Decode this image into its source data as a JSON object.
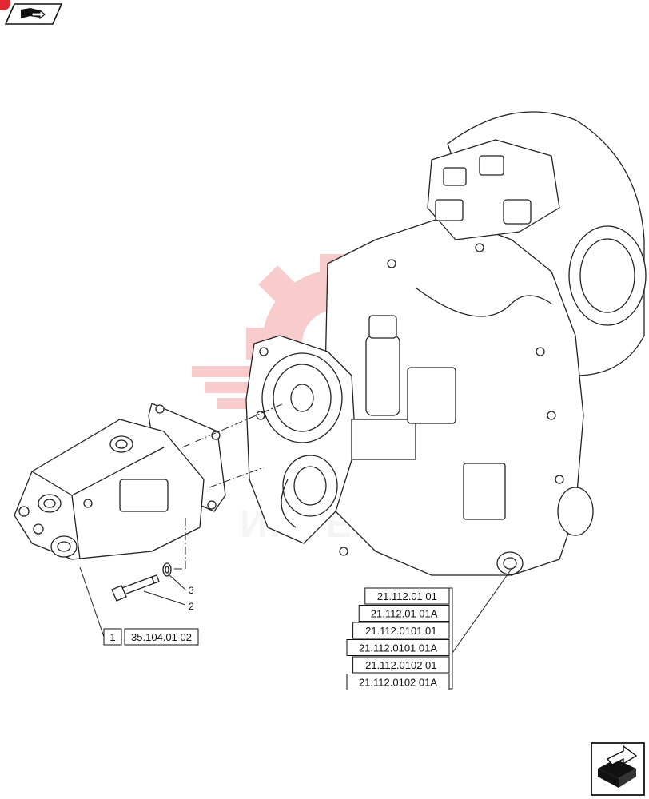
{
  "header": {
    "nav_icon": "book-arrow-icon",
    "badge_color": "#e3262f"
  },
  "footer": {
    "nav_icon": "next-page-arrow-icon"
  },
  "watermark": {
    "text": "ИНТЕХ",
    "color": "#f6b9b9"
  },
  "parts": {
    "pump_callout": {
      "item": "1",
      "ref": "35.104.01 02"
    },
    "callouts": [
      {
        "num": "3"
      },
      {
        "num": "2"
      }
    ],
    "transmission_refs": [
      "21.112.01 01",
      "21.112.01 01A",
      "21.112.0101 01",
      "21.112.0101 01A",
      "21.112.0102 01",
      "21.112.0102 01A"
    ]
  }
}
